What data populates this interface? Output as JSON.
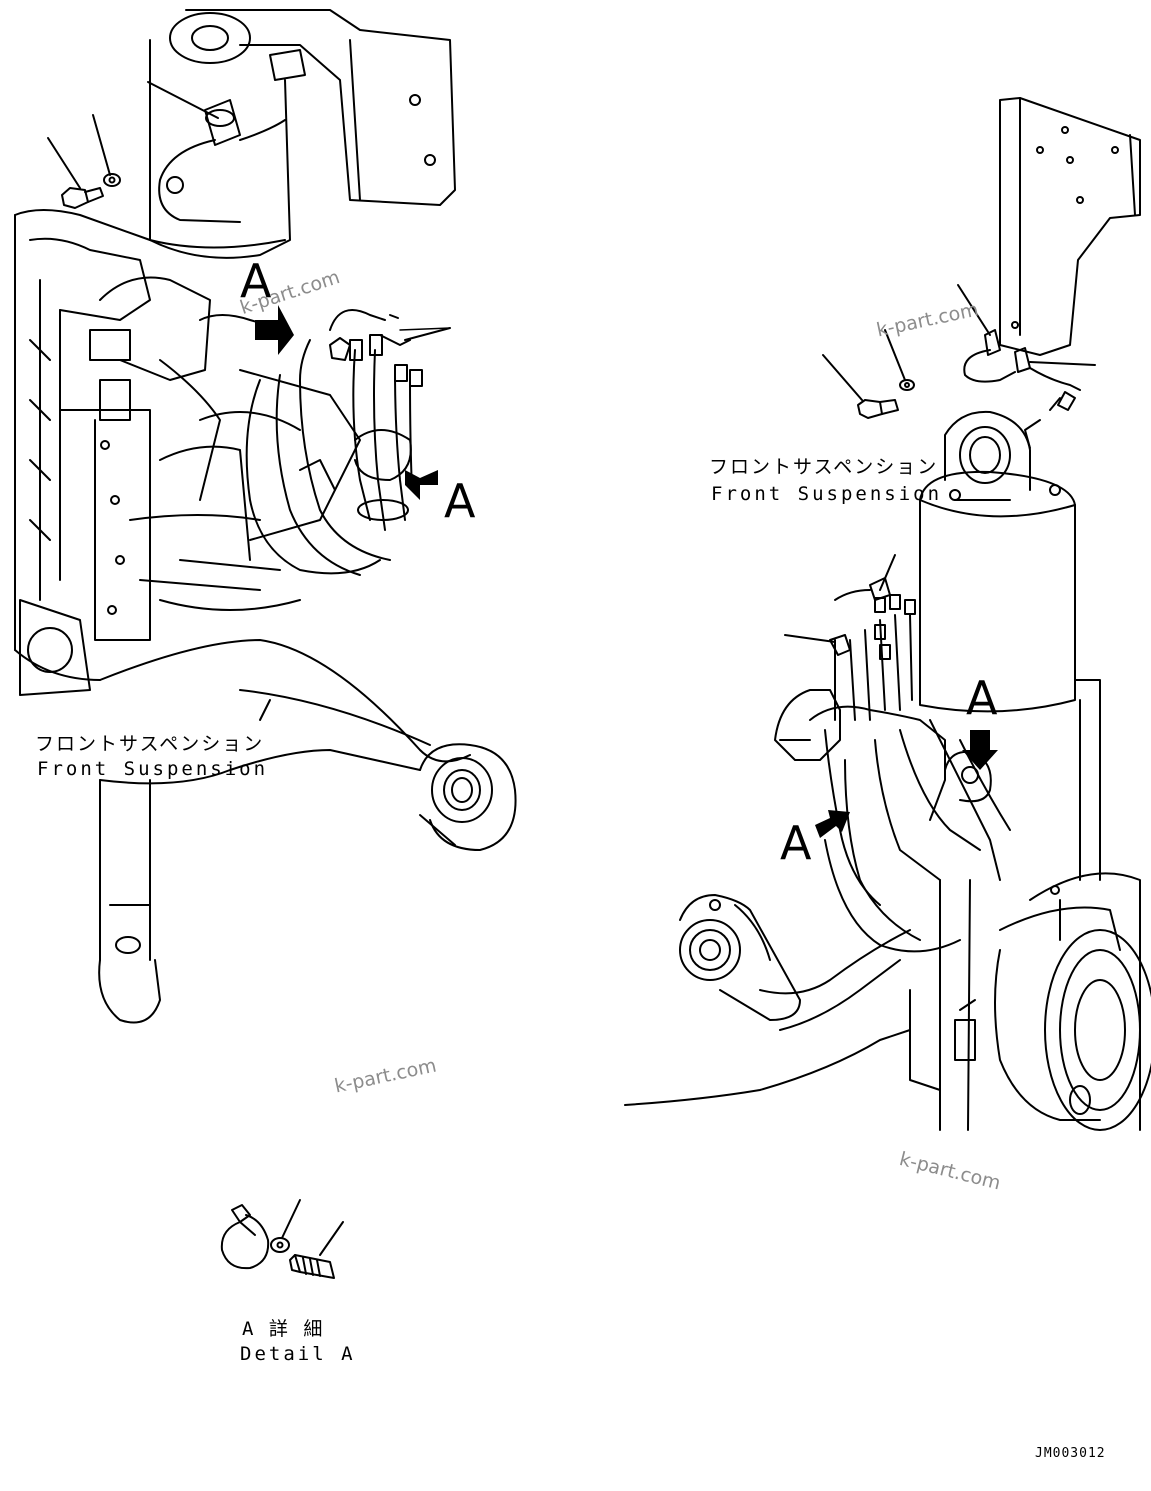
{
  "labels": {
    "front_suspension_left_jp": "フロントサスペンション",
    "front_suspension_left_en": "Front Suspension",
    "front_suspension_right_jp": "フロントサスペンション",
    "front_suspension_right_en": "Front Suspension",
    "detail_jp": "A 詳 細",
    "detail_en": "Detail A",
    "drawing_code": "JM003012"
  },
  "callouts": {
    "a1": "A",
    "a2": "A",
    "a3": "A",
    "a4": "A"
  },
  "watermarks": {
    "w1": "k-part.com",
    "w2": "k-part.com",
    "w3": "k-part.com",
    "w4": "k-part.com"
  }
}
